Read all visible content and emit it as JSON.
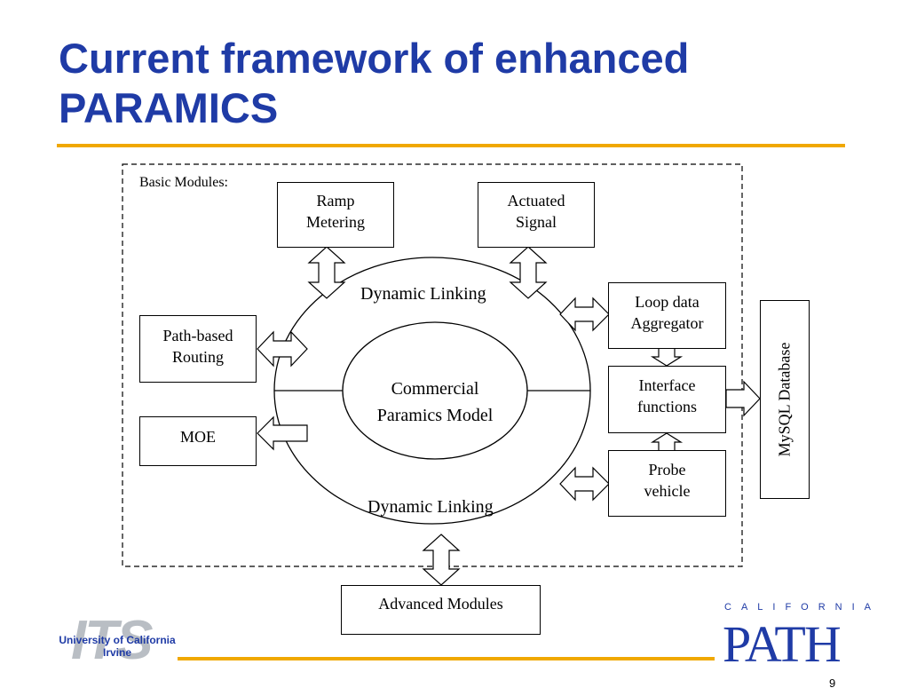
{
  "slide": {
    "title": "Current framework of enhanced PARAMICS",
    "page_number": "9",
    "colors": {
      "title": "#1f3ba6",
      "accent_rule": "#f0a800"
    }
  },
  "diagram": {
    "basic_modules_label": "Basic Modules:",
    "ramp_metering": {
      "line1": "Ramp",
      "line2": "Metering"
    },
    "actuated_signal": {
      "line1": "Actuated",
      "line2": "Signal"
    },
    "path_based_routing": {
      "line1": "Path-based",
      "line2": "Routing"
    },
    "moe": "MOE",
    "loop_data_aggregator": {
      "line1": "Loop data",
      "line2": "Aggregator"
    },
    "interface_functions": {
      "line1": "Interface",
      "line2": "functions"
    },
    "probe_vehicle": {
      "line1": "Probe",
      "line2": "vehicle"
    },
    "dynamic_linking_top": "Dynamic Linking",
    "dynamic_linking_bottom": "Dynamic Linking",
    "core": {
      "line1": "Commercial",
      "line2": "Paramics Model"
    },
    "mysql_database": "MySQL Database",
    "advanced_modules": "Advanced Modules"
  },
  "logos": {
    "its": {
      "mark": "ITS",
      "line1": "University of California",
      "line2": "Irvine"
    },
    "path": {
      "top": "CALIFORNIA",
      "word": "PATH"
    }
  }
}
